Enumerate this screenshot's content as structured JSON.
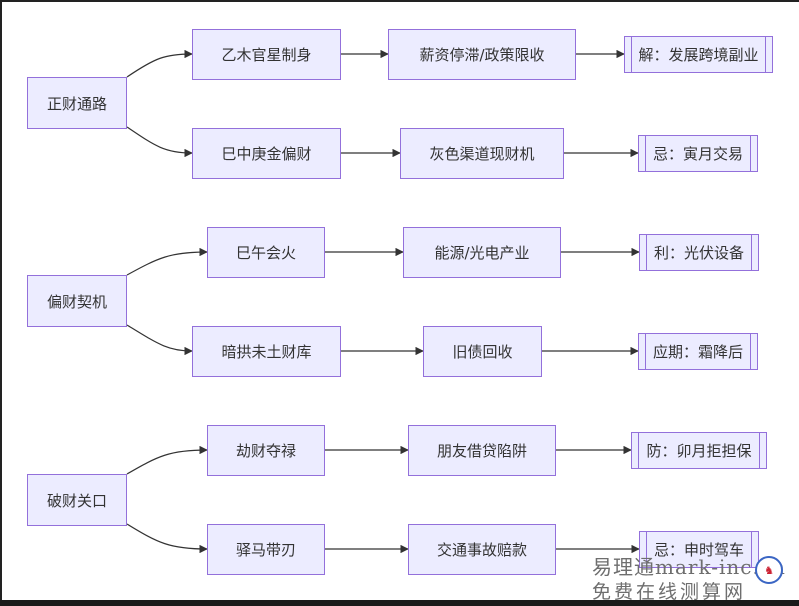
{
  "nodes": {
    "a": "正财通路",
    "b": "乙木官星制身",
    "c": "薪资停滞/政策限收",
    "d": "解：发展跨境副业",
    "e": "巳中庚金偏财",
    "f": "灰色渠道现财机",
    "g": "忌：寅月交易",
    "h": "偏财契机",
    "i": "巳午会火",
    "j": "能源/光电产业",
    "k": "利：光伏设备",
    "l": "暗拱未土财库",
    "m": "旧债回收",
    "n": "应期：霜降后",
    "o": "破财关口",
    "p": "劫财夺禄",
    "q": "朋友借贷陷阱",
    "r": "防：卯月拒担保",
    "s": "驿马带刃",
    "t": "交通事故赔款",
    "u": "忌：申时驾车"
  },
  "watermark": {
    "line1": "易理通mark-inc.cn",
    "line2": "免费在线测算网"
  },
  "colors": {
    "node_fill": "#ececff",
    "node_border": "#9370db",
    "edge": "#333333"
  }
}
